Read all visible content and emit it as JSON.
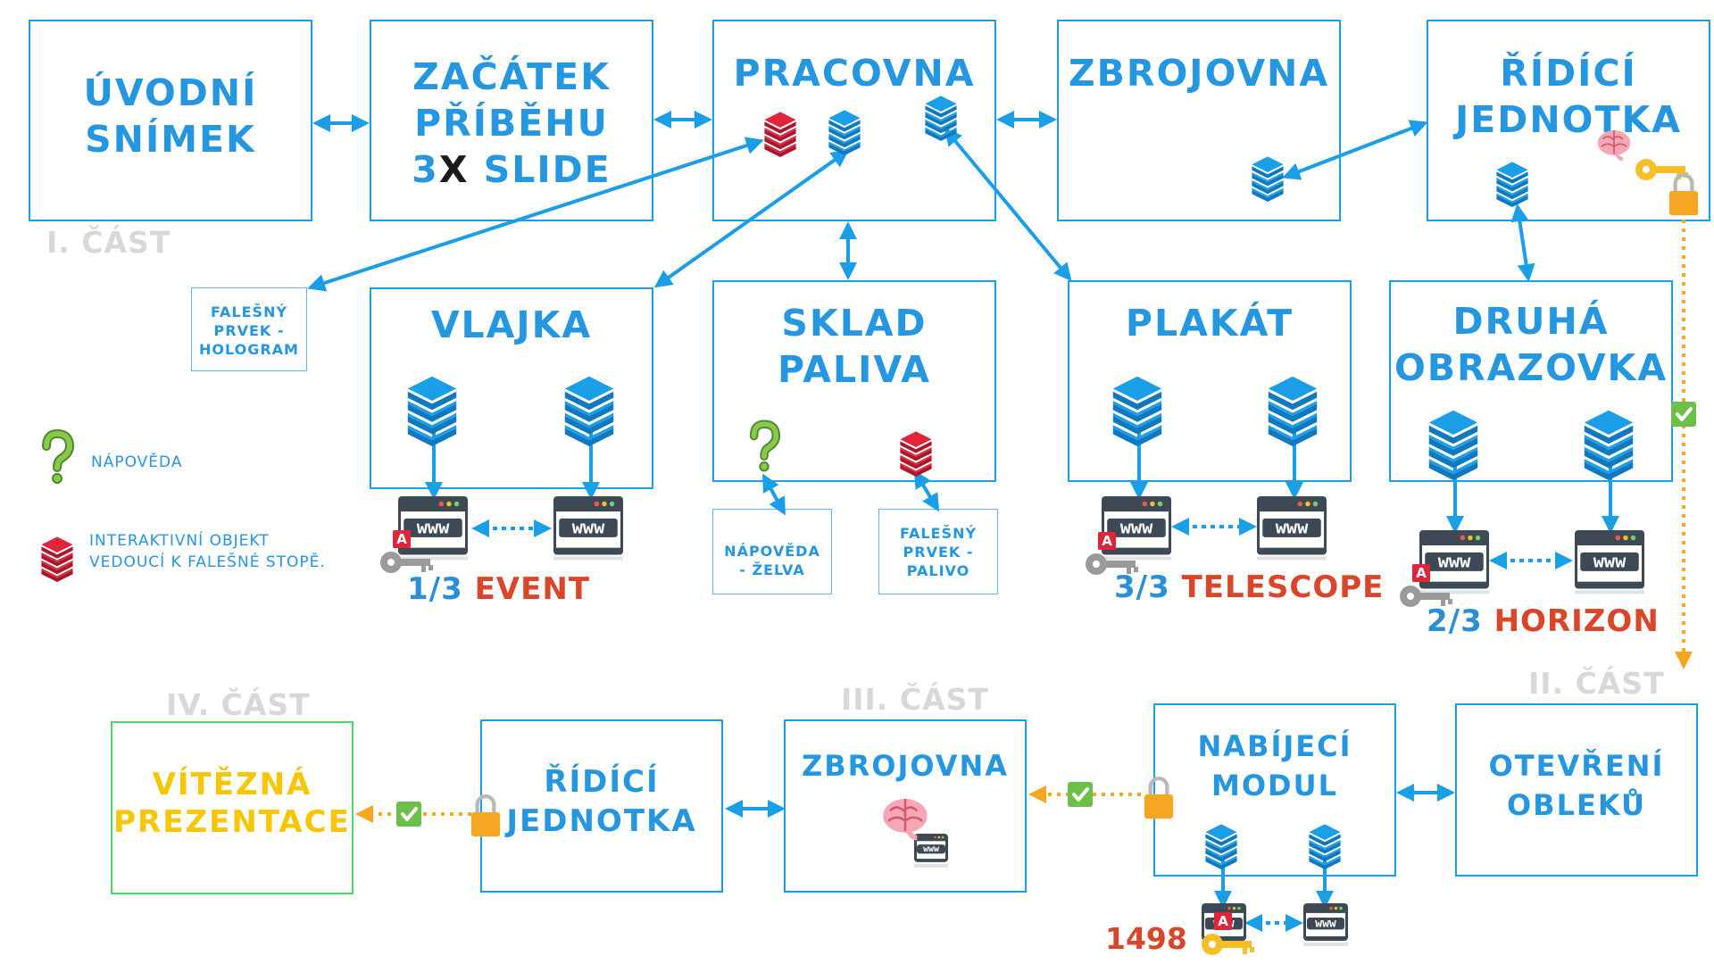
{
  "rooms": {
    "uvodni": "ÚVODNÍ\nSNÍMEK",
    "zacatek_a": "ZAČÁTEK\nPŘÍBĚHU\n3",
    "zacatek_x": "X",
    "zacatek_b": " SLIDE",
    "pracovna": "PRACOVNA",
    "zbrojovna": "ZBROJOVNA",
    "ridici": "ŘÍDÍCÍ\nJEDNOTKA",
    "vlajka": "VLAJKA",
    "sklad": "SKLAD\nPALIVA",
    "plakat": "PLAKÁT",
    "druha": "DRUHÁ\nOBRAZOVKA",
    "vitezna": "VÍTĚZNÁ\nPREZENTACE",
    "ridici2": "ŘÍDÍCÍ\nJEDNOTKA",
    "zbrojovna2": "ZBROJOVNA",
    "nabijeci": "NABÍJECÍ\nMODUL",
    "otevreni": "OTEVŘENÍ\nOBLEKŮ"
  },
  "small_boxes": {
    "hologram": "FALEŠNÝ\nPRVEK -\nHOLOGRAM",
    "zelva": "NÁPOVĚDA\n- ŽELVA",
    "palivo": "FALEŠNÝ\nPRVEK -\nPALIVO"
  },
  "parts": {
    "p1": "I. ČÁST",
    "p2": "II. ČÁST",
    "p3": "III. ČÁST",
    "p4": "IV. ČÁST"
  },
  "legend": {
    "hint": "NÁPOVĚDA",
    "interactive": "INTERAKTIVNÍ OBJEKT\nVEDOUCÍ K FALEŠNÉ STOPĚ."
  },
  "codes": {
    "event_num": "1/3",
    "event_word": "EVENT",
    "telescope_num": "3/3",
    "telescope_word": "TELESCOPE",
    "horizon_num": "2/3",
    "horizon_word": "HORIZON",
    "final_code": "1498"
  },
  "icons": {
    "key_badge_letter": "A",
    "www_label": "www",
    "stack": "stack-icon",
    "stack_red": "stack-red-icon",
    "browser": "browser-window-icon",
    "key": "key-icon",
    "lock": "lock-icon",
    "check": "check-icon",
    "brain": "brain-icon",
    "question": "question-icon"
  },
  "colors": {
    "blue": "#1a9ee8",
    "title_blue": "#2596e0",
    "red": "#d9462a",
    "orange": "#f5a623",
    "green": "#4cd964",
    "yellow": "#f7c600",
    "gray": "#d8d8d8"
  }
}
